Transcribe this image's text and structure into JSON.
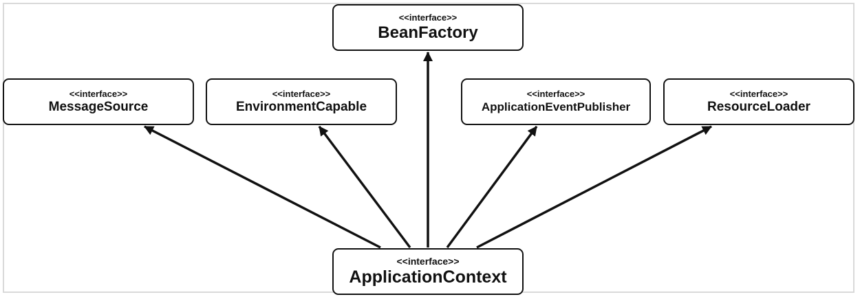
{
  "diagram": {
    "nodes": [
      {
        "id": "bean-factory",
        "stereotype": "<<interface>>",
        "name": "BeanFactory"
      },
      {
        "id": "message-source",
        "stereotype": "<<interface>>",
        "name": "MessageSource"
      },
      {
        "id": "environment-capable",
        "stereotype": "<<interface>>",
        "name": "EnvironmentCapable"
      },
      {
        "id": "application-event-publisher",
        "stereotype": "<<interface>>",
        "name": "ApplicationEventPublisher"
      },
      {
        "id": "resource-loader",
        "stereotype": "<<interface>>",
        "name": "ResourceLoader"
      },
      {
        "id": "application-context",
        "stereotype": "<<interface>>",
        "name": "ApplicationContext"
      }
    ],
    "edges": [
      {
        "from": "application-context",
        "to": "bean-factory",
        "type": "inheritance"
      },
      {
        "from": "application-context",
        "to": "message-source",
        "type": "inheritance"
      },
      {
        "from": "application-context",
        "to": "environment-capable",
        "type": "inheritance"
      },
      {
        "from": "application-context",
        "to": "application-event-publisher",
        "type": "inheritance"
      },
      {
        "from": "application-context",
        "to": "resource-loader",
        "type": "inheritance"
      }
    ],
    "colors": {
      "line": "#111111",
      "box_border": "#111111",
      "frame": "#d9d9d9"
    }
  }
}
